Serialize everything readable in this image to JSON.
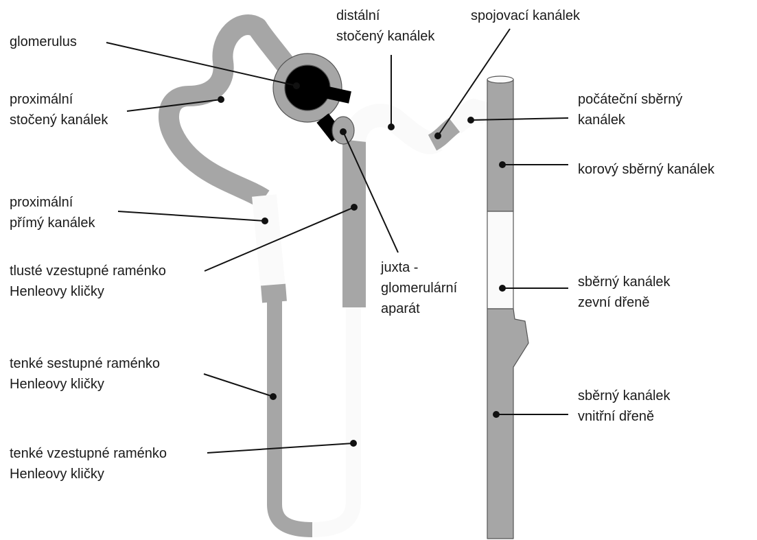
{
  "colors": {
    "tubule_gray": "#a6a6a6",
    "tubule_white": "#fafafa",
    "glomerulus": "#000000",
    "outline": "#555555"
  },
  "labels": {
    "glomerulus": [
      "glomerulus"
    ],
    "proximal_convoluted": [
      "proximální",
      "stočený kanálek"
    ],
    "proximal_straight": [
      "proximální",
      "přímý kanálek"
    ],
    "thick_ascending": [
      "tlusté vzestupné raménko",
      "Henleovy kličky"
    ],
    "thin_descending": [
      "tenké sestupné raménko",
      "Henleovy kličky"
    ],
    "thin_ascending": [
      "tenké vzestupné raménko",
      "Henleovy kličky"
    ],
    "distal_convoluted": [
      "distální",
      "stočený kanálek"
    ],
    "connecting_tubule": [
      "spojovací kanálek"
    ],
    "juxtaglomerular": [
      "juxta -",
      "glomerulární",
      "aparát"
    ],
    "initial_collecting": [
      "počáteční sběrný",
      "kanálek"
    ],
    "cortical_collecting": [
      "korový sběrný kanálek"
    ],
    "outer_medullary_collecting": [
      "sběrný kanálek",
      "zevní dřeně"
    ],
    "inner_medullary_collecting": [
      "sběrný kanálek",
      "vnitřní dřeně"
    ]
  }
}
